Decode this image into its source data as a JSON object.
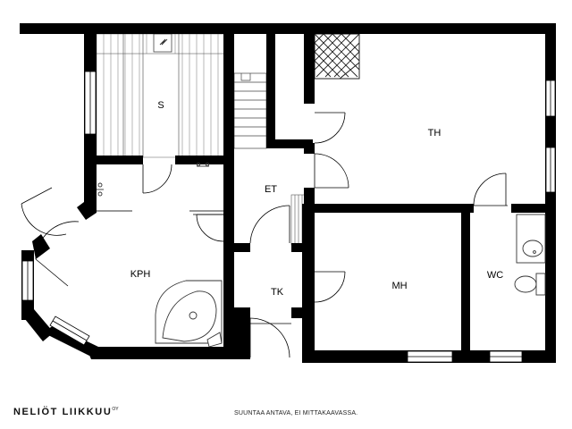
{
  "rooms": {
    "s": "S",
    "th": "TH",
    "et": "ET",
    "kph": "KPH",
    "tk": "TK",
    "mh": "MH",
    "wc": "WC"
  },
  "footer": {
    "brand": "NELIÖT LIIKKUU",
    "brand_mark": "OY",
    "disclaimer": "SUUNTAA ANTAVA, EI MITTAKAAVASSA."
  },
  "colors": {
    "wall": "#000000",
    "background": "#ffffff",
    "fixture_line": "#555555"
  }
}
